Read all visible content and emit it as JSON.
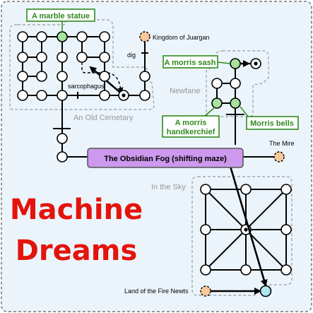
{
  "title": {
    "line1": "Machine",
    "line2": "Dreams",
    "color": "#e3140c"
  },
  "colors": {
    "background": "#ebf4fb",
    "region_border": "#999999",
    "node_fill": "#ffffff",
    "green_node": "#a6e4a0",
    "green_label": "#2f8a1e",
    "purple_box": "#cc99ee",
    "exit_node": "#f9c89b",
    "goal_node": "#aee6f2",
    "region_label": "#999999"
  },
  "regions": {
    "cemetery": "An Old Cemetary",
    "newfane": "Newfane",
    "sky": "In the Sky"
  },
  "maze": {
    "label": "The Obsidian Fog (shifting maze)"
  },
  "exits": {
    "juargan": "Kingdom of Juargan",
    "mire": "The Mire",
    "newts": "Land of the Fire Newts"
  },
  "items": {
    "statue": "A marble statue",
    "sash": "A morris sash",
    "hanky_line1": "A morris",
    "hanky_line2": "handkerchief",
    "bells": "Morris bells"
  },
  "annotations": {
    "dig": "dig",
    "sarcophagus": "sarcophagus"
  }
}
